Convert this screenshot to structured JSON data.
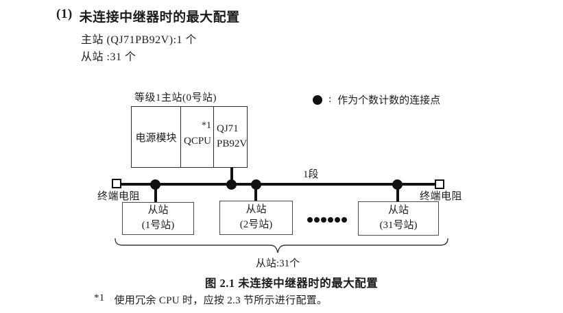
{
  "heading": {
    "number": "(1)",
    "title": "未连接中继器时的最大配置",
    "master_count_line": "主站 (QJ71PB92V):1 个",
    "slave_count_line": "从站 :31 个"
  },
  "legend": {
    "colon": ":",
    "label": "作为个数计数的连接点"
  },
  "diagram": {
    "master": {
      "label": "等级1主站(0号站)",
      "modules": [
        {
          "line1": "电源模块",
          "line2": "",
          "note": ""
        },
        {
          "line1": "QCPU",
          "line2": "",
          "note": "*1"
        },
        {
          "line1": "QJ71",
          "line2": "PB92V",
          "note": ""
        }
      ]
    },
    "segment_label": "1段",
    "terminator_left_label": "终端电阻",
    "terminator_right_label": "终端电阻",
    "slaves": [
      {
        "line1": "从站",
        "line2": "(1号站)"
      },
      {
        "line1": "从站",
        "line2": "(2号站)"
      },
      {
        "line1": "从站",
        "line2": "(31号站)"
      }
    ],
    "ellipsis_dots": 6,
    "brace_label": "从站:31个"
  },
  "caption": "图 2.1 未连接中继器时的最大配置",
  "footnote": {
    "marker": "*1",
    "text": "使用冗余 CPU 时，应按 2.3 节所示进行配置。"
  },
  "colors": {
    "line": "#111111",
    "text": "#1c1c1c",
    "background": "#ffffff"
  }
}
